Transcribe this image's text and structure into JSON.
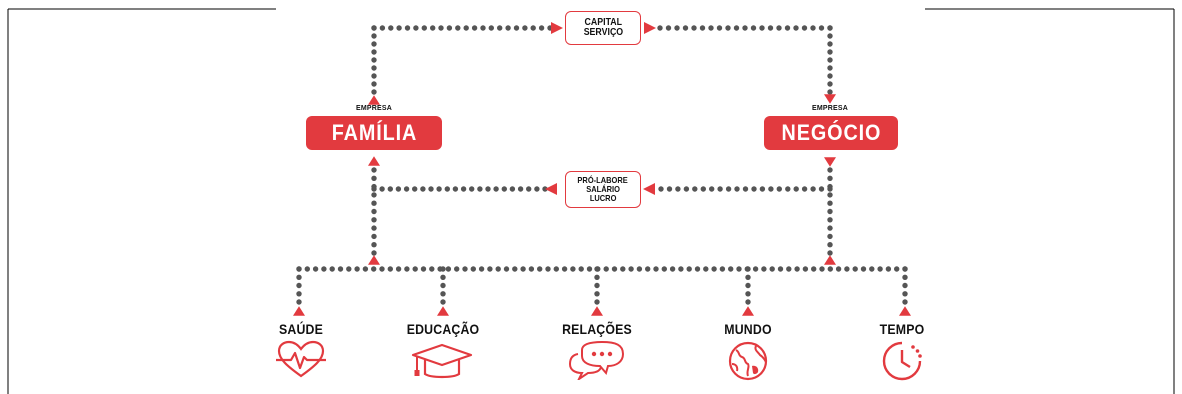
{
  "top_connector": {
    "line1": "CAPITAL",
    "line2": "SERVIÇO"
  },
  "middle_connector": {
    "line1": "PRÓ-LABORE",
    "line2": "SALÁRIO",
    "line3": "LUCRO"
  },
  "left_node": {
    "caption": "EMPRESA",
    "title": "FAMÍLIA"
  },
  "right_node": {
    "caption": "EMPRESA",
    "title": "NEGÓCIO"
  },
  "items": [
    {
      "label": "SAÚDE",
      "icon": "heartbeat-icon"
    },
    {
      "label": "EDUCAÇÃO",
      "icon": "graduation-cap-icon"
    },
    {
      "label": "RELAÇÕES",
      "icon": "chat-bubbles-icon"
    },
    {
      "label": "MUNDO",
      "icon": "globe-icon"
    },
    {
      "label": "TEMPO",
      "icon": "clock-icon"
    }
  ],
  "colors": {
    "accent": "#e23a3f",
    "dots": "#555555"
  }
}
